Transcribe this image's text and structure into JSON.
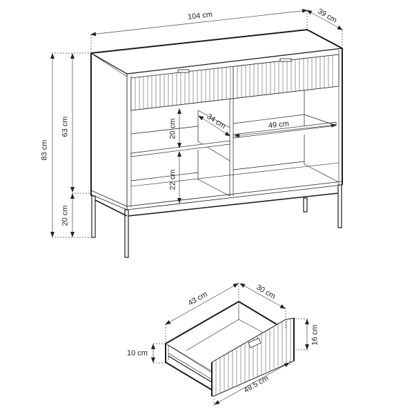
{
  "diagram": {
    "subject": "Sideboard cabinet with fluted drawers, technical dimension drawing",
    "cabinet": {
      "width": "104 cm",
      "depth": "39 cm",
      "total_height": "83 cm",
      "body_height": "63 cm",
      "leg_height": "20 cm",
      "upper_shelf_gap": "20 cm",
      "lower_shelf_gap": "22 cm",
      "shelf_depth": "34 cm",
      "shelf_width": "49 cm"
    },
    "drawer": {
      "inner_width": "43 cm",
      "inner_depth": "30 cm",
      "side_height": "10 cm",
      "front_height": "16 cm",
      "front_width": "49.5 cm"
    }
  },
  "colors": {
    "line": "#1a1a1a",
    "thin_line": "#555555",
    "dim_line": "#444444",
    "background": "#ffffff"
  }
}
